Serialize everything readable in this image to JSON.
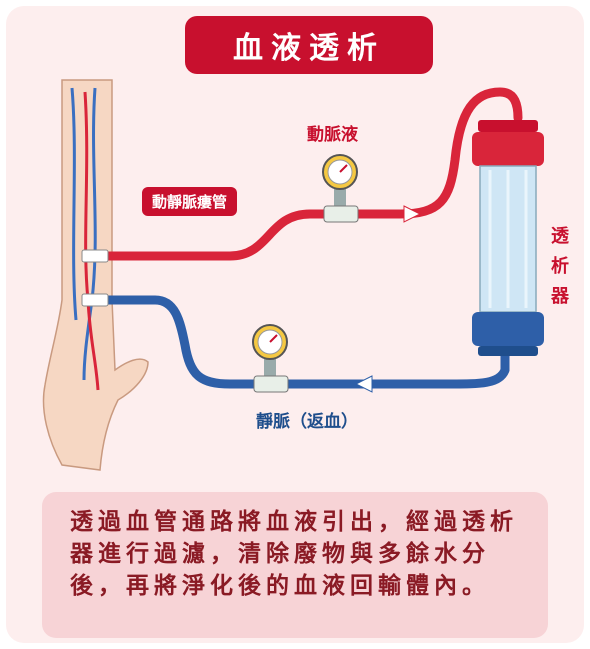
{
  "title": "血液透析",
  "labels": {
    "artery": "動脈液",
    "fistula": "動靜脈瘻管",
    "dialyzer": "透\n析\n器",
    "vein": "靜脈（返血）"
  },
  "description": "透過血管通路將血液引出，經過透析器進行過濾，清除廢物與多餘水分後，再將淨化後的血液回輸體內。",
  "colors": {
    "accent_red": "#c8102e",
    "vein_blue": "#1f4e8c",
    "panel_bg": "#fdeeee",
    "desc_bg": "#f7d3d6",
    "desc_text": "#8a1a24"
  },
  "icons": [
    "arm-illustration",
    "pressure-gauge-icon",
    "flow-arrow-icon",
    "dialyzer-icon"
  ]
}
